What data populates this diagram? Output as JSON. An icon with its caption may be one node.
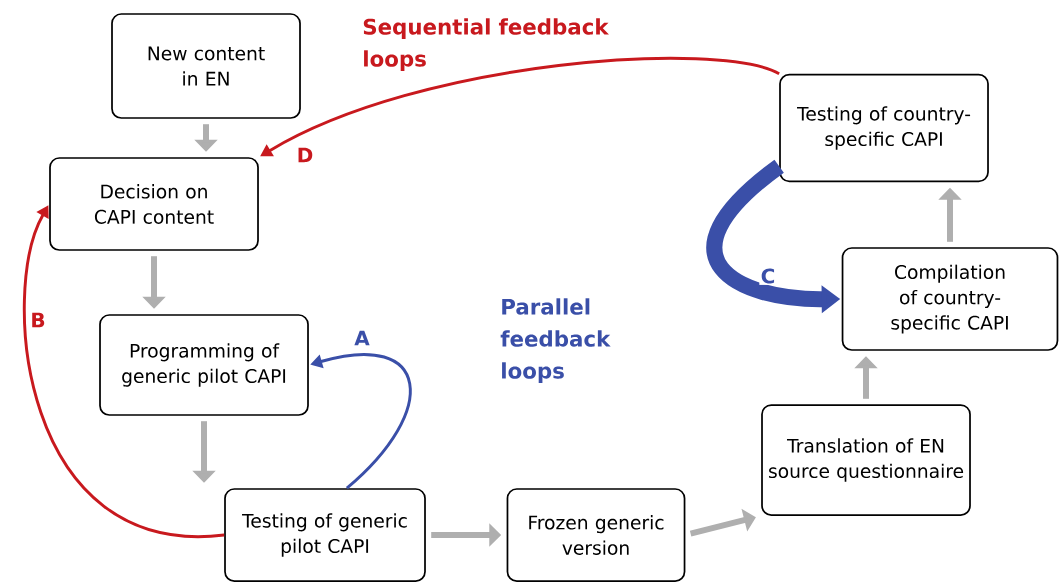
{
  "diagram": {
    "nodes": [
      {
        "text": [
          "New content in EN"
        ]
      },
      {
        "text": [
          "Decision on CAPI content"
        ]
      },
      {
        "text": [
          "Programming of generic pilot CAPI"
        ]
      },
      {
        "text": [
          "Testing of generic pilot CAPI"
        ]
      },
      {
        "text": [
          "Frozen generic version"
        ]
      },
      {
        "text": [
          "Translation of EN source questionnaire"
        ]
      },
      {
        "text": [
          "Compilation of country-specific CAPI"
        ]
      },
      {
        "text": [
          "Testing of country-specific CAPI"
        ]
      }
    ],
    "edges": [
      {
        "from": 0,
        "to": 1,
        "arrow": "to"
      },
      {
        "from": 1,
        "to": 2,
        "arrow": "to"
      },
      {
        "from": 2,
        "to": 3,
        "arrow": "to"
      },
      {
        "from": 3,
        "to": 4,
        "arrow": "to"
      },
      {
        "from": 4,
        "to": 5,
        "arrow": "to"
      },
      {
        "from": 5,
        "to": 6,
        "arrow": "to"
      },
      {
        "from": 6,
        "to": 7,
        "arrow": "to"
      },
      {
        "from": 7,
        "to": 1,
        "arrow": "to",
        "label": "D",
        "color": "#c8191e"
      },
      {
        "from": 3,
        "to": 1,
        "arrow": "to",
        "label": "B",
        "color": "#c8191e"
      },
      {
        "from": 3,
        "to": 2,
        "arrow": "to",
        "label": "A",
        "color": "#3a4fa8"
      },
      {
        "from": 7,
        "to": 6,
        "arrow": "to",
        "label": "C",
        "color": "#3a4fa8",
        "style": "thick"
      }
    ],
    "labels": [
      "Sequential feedback loops",
      "Parallel feedback loops"
    ]
  }
}
